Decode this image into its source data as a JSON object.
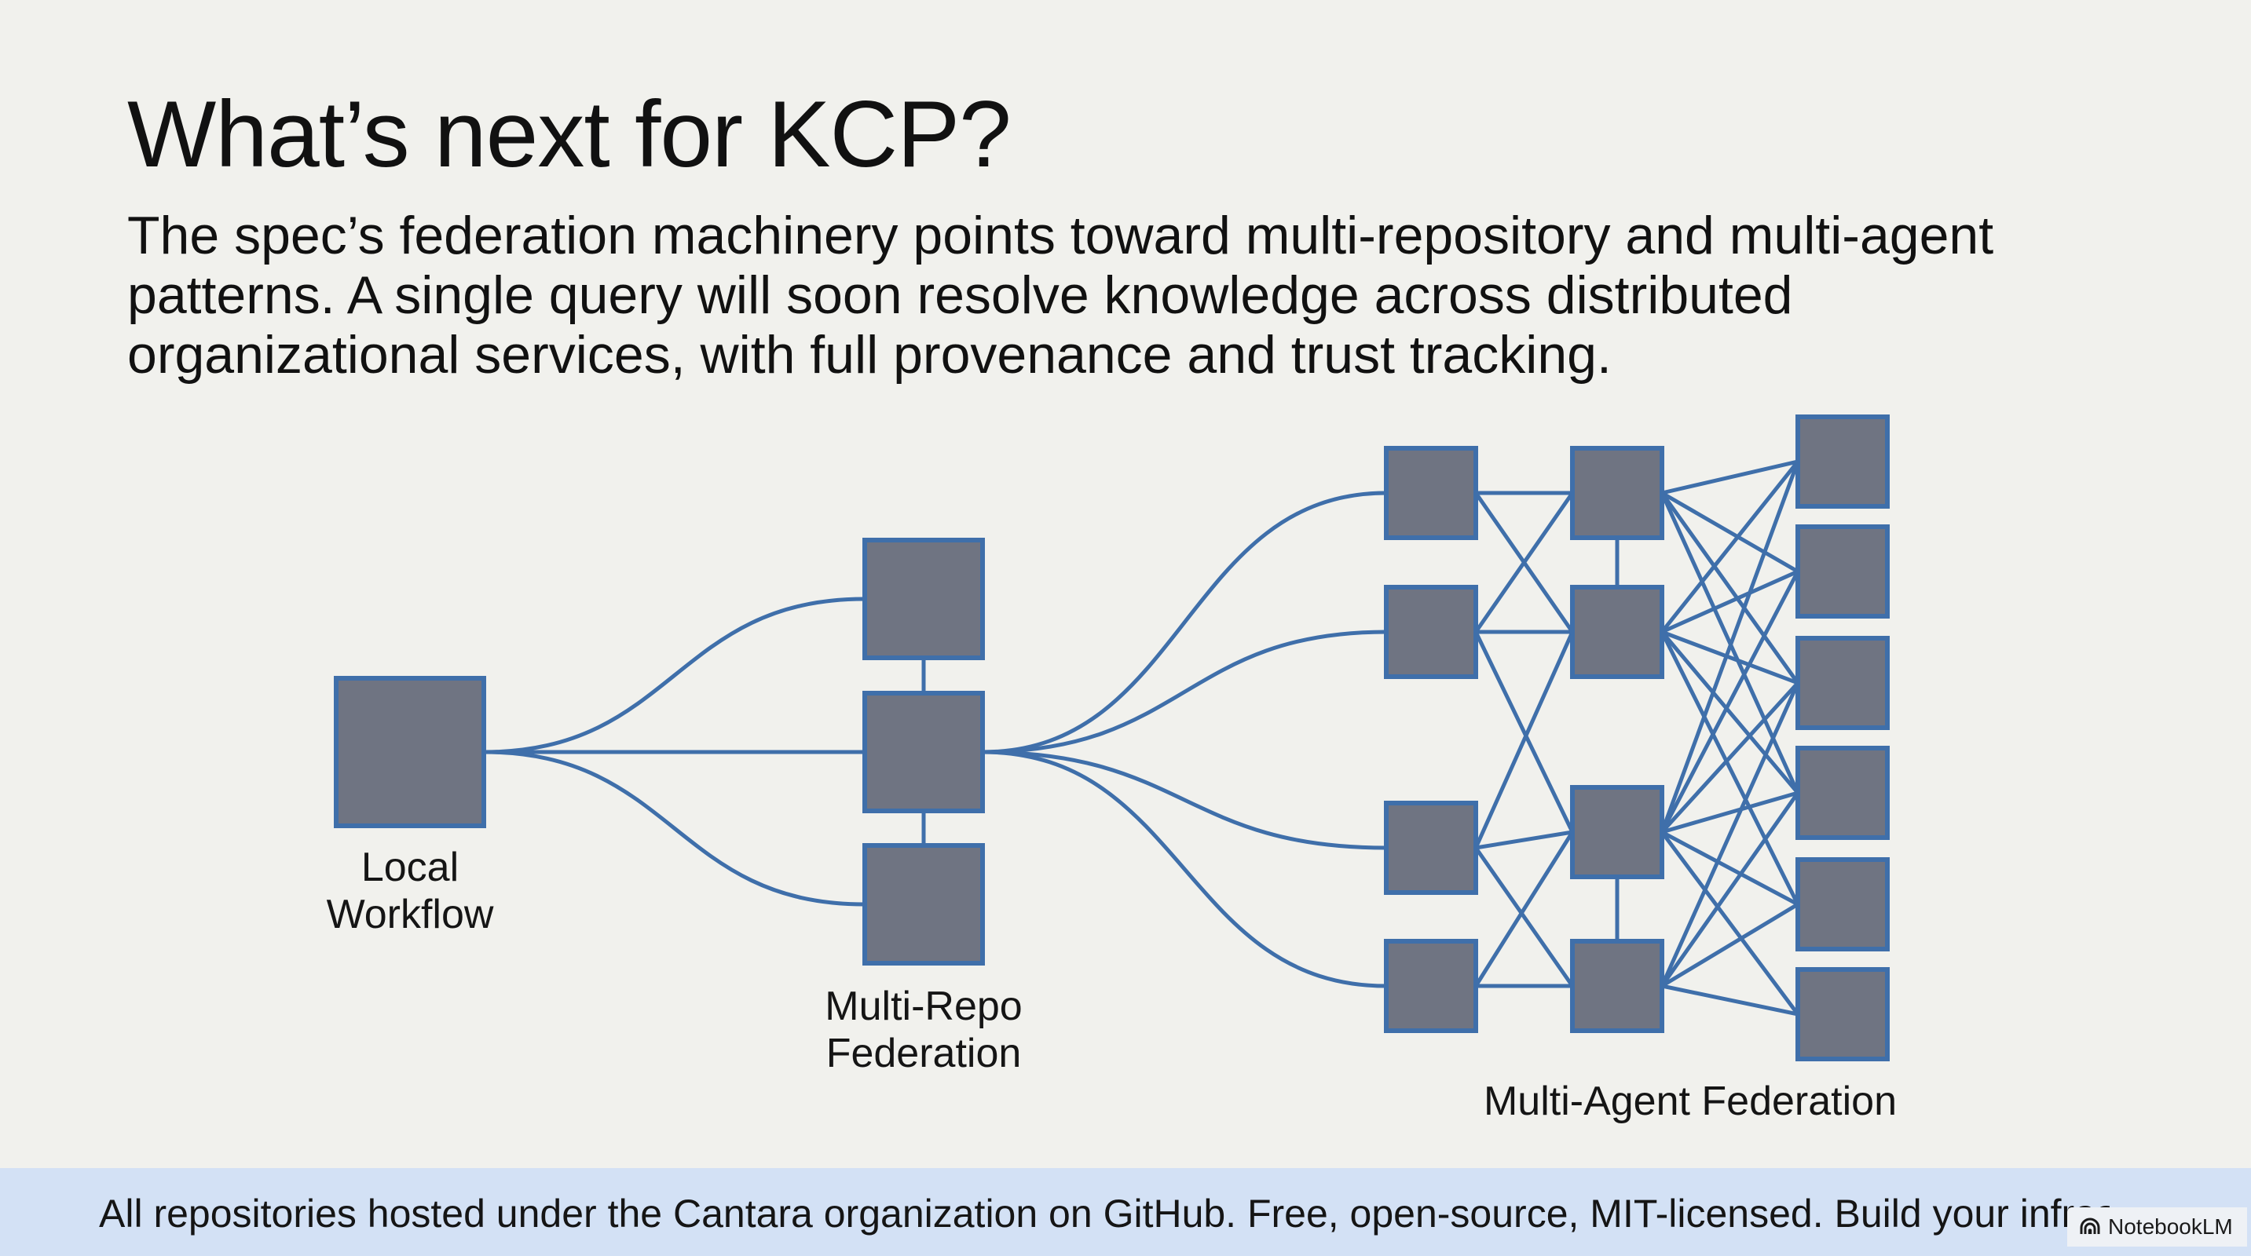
{
  "slide": {
    "title": "What’s next for KCP?",
    "subtitle": "The spec’s federation machinery points toward multi-repository and multi-agent patterns. A single query will soon resolve knowledge across distributed organizational services, with full provenance and trust tracking."
  },
  "diagram": {
    "groups": [
      {
        "id": "local",
        "label_lines": [
          "Local",
          "Workflow"
        ]
      },
      {
        "id": "multi_repo",
        "label_lines": [
          "Multi-Repo",
          "Federation"
        ]
      },
      {
        "id": "multi_agent",
        "label_lines": [
          "Multi-Agent Federation"
        ]
      }
    ],
    "colors": {
      "node_fill": "#6f7482",
      "node_stroke": "#3f6faa",
      "edge": "#3f6faa"
    }
  },
  "footer": {
    "text": "All repositories hosted under the Cantara organization on GitHub. Free, open-source, MIT-licensed. Build your infrastructure layer today."
  },
  "brand": {
    "icon": "notebooklm-icon",
    "label": "NotebookLM"
  }
}
